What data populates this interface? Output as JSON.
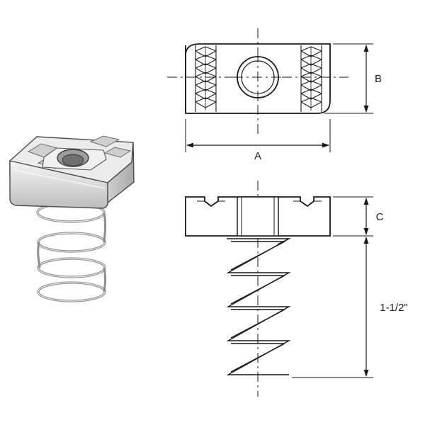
{
  "labels": {
    "a": "A",
    "b": "B",
    "c": "C",
    "spring_length": "1-1/2\""
  },
  "colors": {
    "line": "#1a1a1a",
    "nut_fill": "#e7e7e7",
    "nut_top": "#f2f2f2",
    "nut_shade": "#b5b5b5",
    "spring": "#9a9a9a"
  }
}
